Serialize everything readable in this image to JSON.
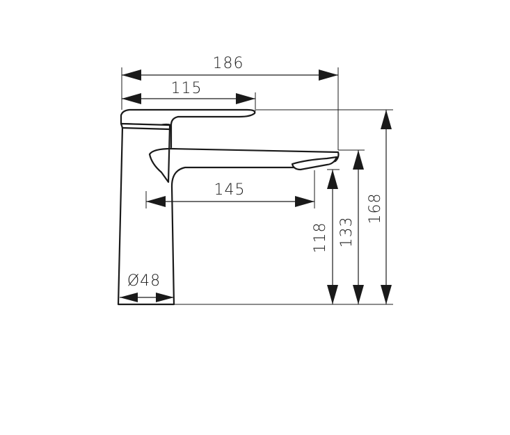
{
  "dimensions": {
    "overall_length": "186",
    "lever_length": "115",
    "spout_reach": "145",
    "spout_height": "118",
    "spout_top_height": "133",
    "overall_height": "168",
    "base_diameter": "Ø48"
  },
  "colors": {
    "line": "#1a1a1a",
    "background": "#ffffff"
  }
}
